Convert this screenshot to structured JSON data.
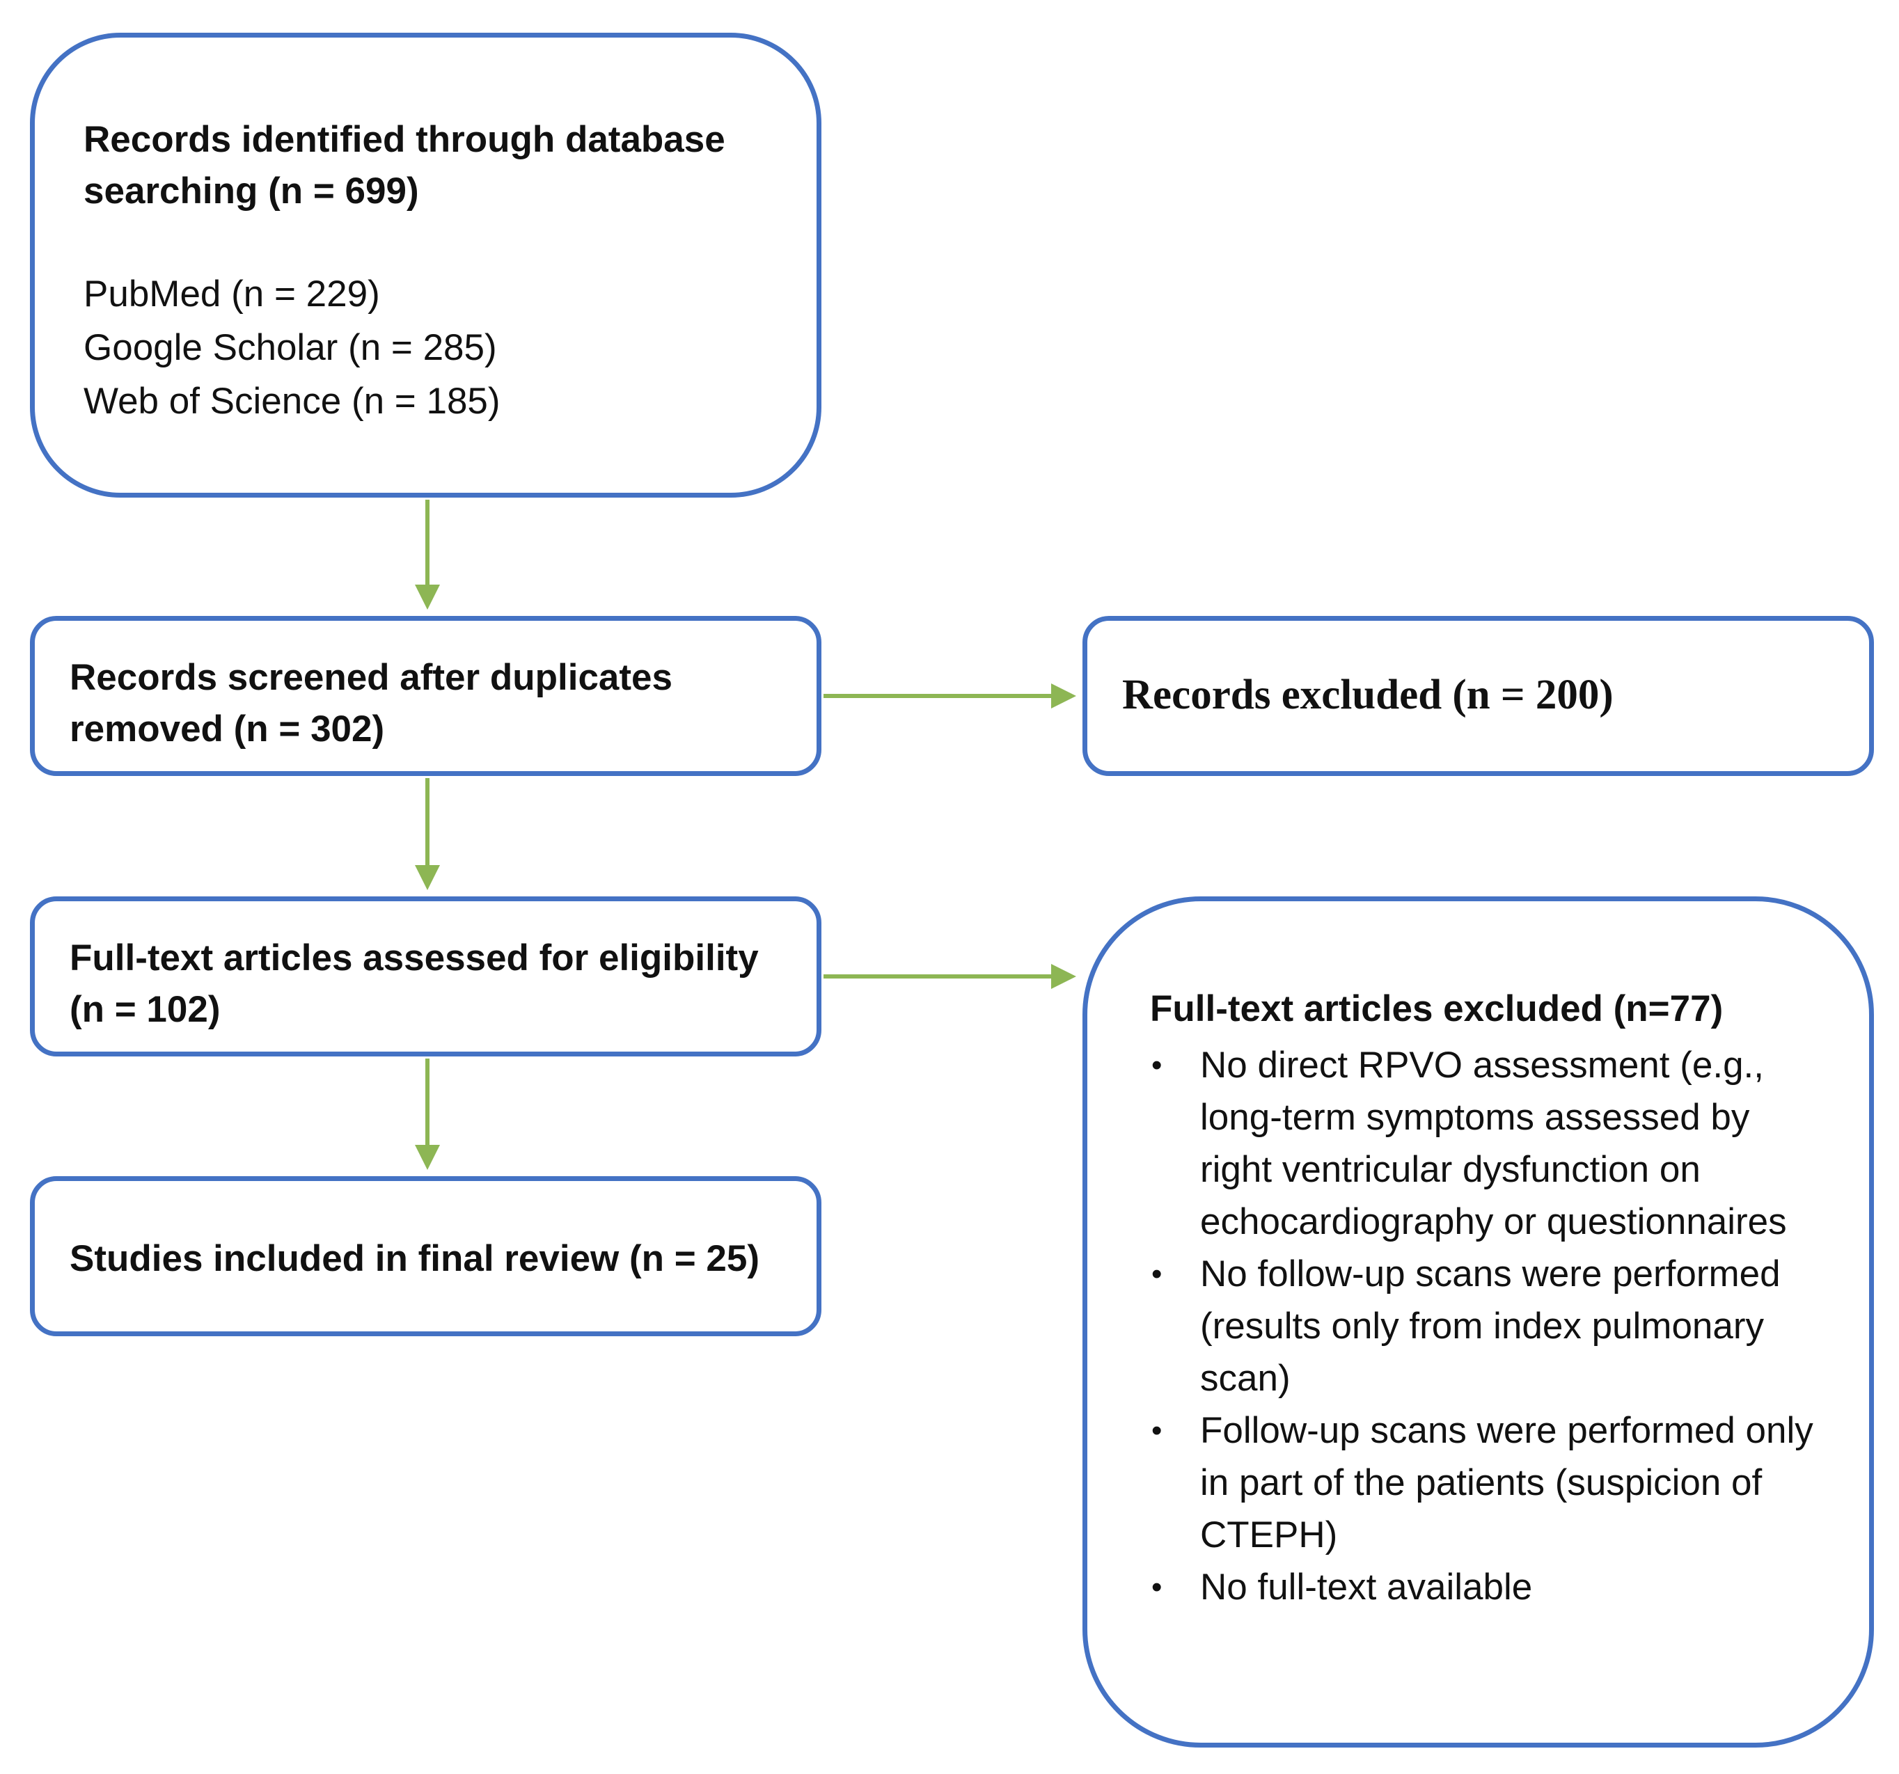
{
  "identified": {
    "title_line1": "Records identified through database",
    "title_line2": "searching (n = 699)",
    "sources": [
      "PubMed (n = 229)",
      "Google Scholar (n = 285)",
      "Web of Science (n = 185)"
    ]
  },
  "screened": {
    "line1": "Records screened after duplicates",
    "line2": "removed (n = 302)"
  },
  "records_excluded": {
    "text": "Records excluded (n = 200)"
  },
  "fulltext_assessed": {
    "line1": "Full-text articles assessed for eligibility",
    "line2": "(n = 102)"
  },
  "included": {
    "text": "Studies included in final review (n = 25)"
  },
  "fulltext_excluded": {
    "title": "Full-text articles excluded (n=77)",
    "bullet_glyph": "•",
    "reasons": [
      "No direct RPVO assessment (e.g., long-term symptoms assessed by right ventricular dysfunction on echocardiography or questionnaires",
      "No follow-up scans were performed (results only from index pulmonary scan)",
      "Follow-up scans were performed only in part of the patients (suspicion of CTEPH)",
      "No full-text available"
    ]
  },
  "colors": {
    "box_border": "#4472c4",
    "arrow": "#8db654"
  }
}
